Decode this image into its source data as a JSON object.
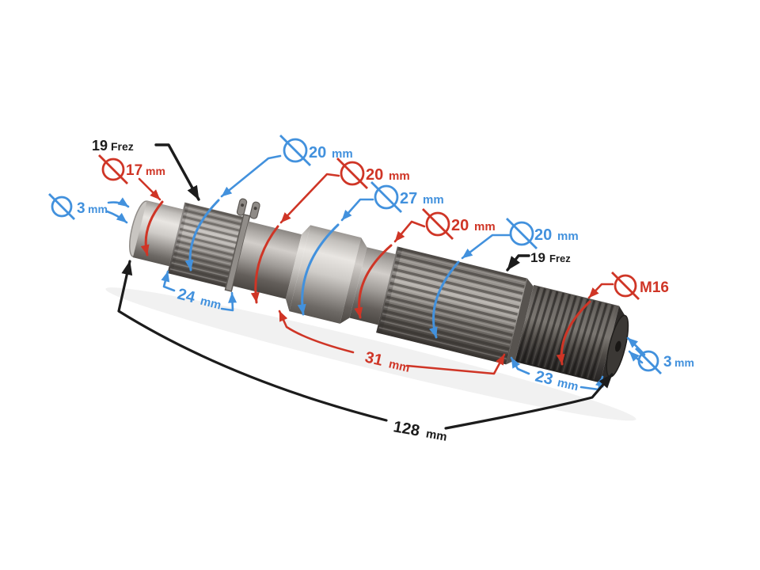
{
  "colors": {
    "red": "#cf3526",
    "blue": "#4291dd",
    "black": "#1c1c1c"
  },
  "annotations": {
    "frez_left": {
      "value": "19",
      "unit": "Frez"
    },
    "dia17": {
      "value": "17",
      "unit": "mm"
    },
    "dia3_left": {
      "value": "3",
      "unit": "mm"
    },
    "dia20_spline_left": {
      "value": "20",
      "unit": "mm"
    },
    "dia20_shaft_left": {
      "value": "20",
      "unit": "mm"
    },
    "dia27": {
      "value": "27",
      "unit": "mm"
    },
    "dia20_shaft_right": {
      "value": "20",
      "unit": "mm"
    },
    "dia20_spline_right": {
      "value": "20",
      "unit": "mm"
    },
    "frez_right": {
      "value": "19",
      "unit": "Frez"
    },
    "m16": {
      "value": "M16",
      "unit": ""
    },
    "dia3_right": {
      "value": "3",
      "unit": "mm"
    },
    "len24": {
      "value": "24",
      "unit": "mm"
    },
    "len31": {
      "value": "31",
      "unit": "mm"
    },
    "len23": {
      "value": "23",
      "unit": "mm"
    },
    "len128": {
      "value": "128",
      "unit": "mm"
    }
  }
}
